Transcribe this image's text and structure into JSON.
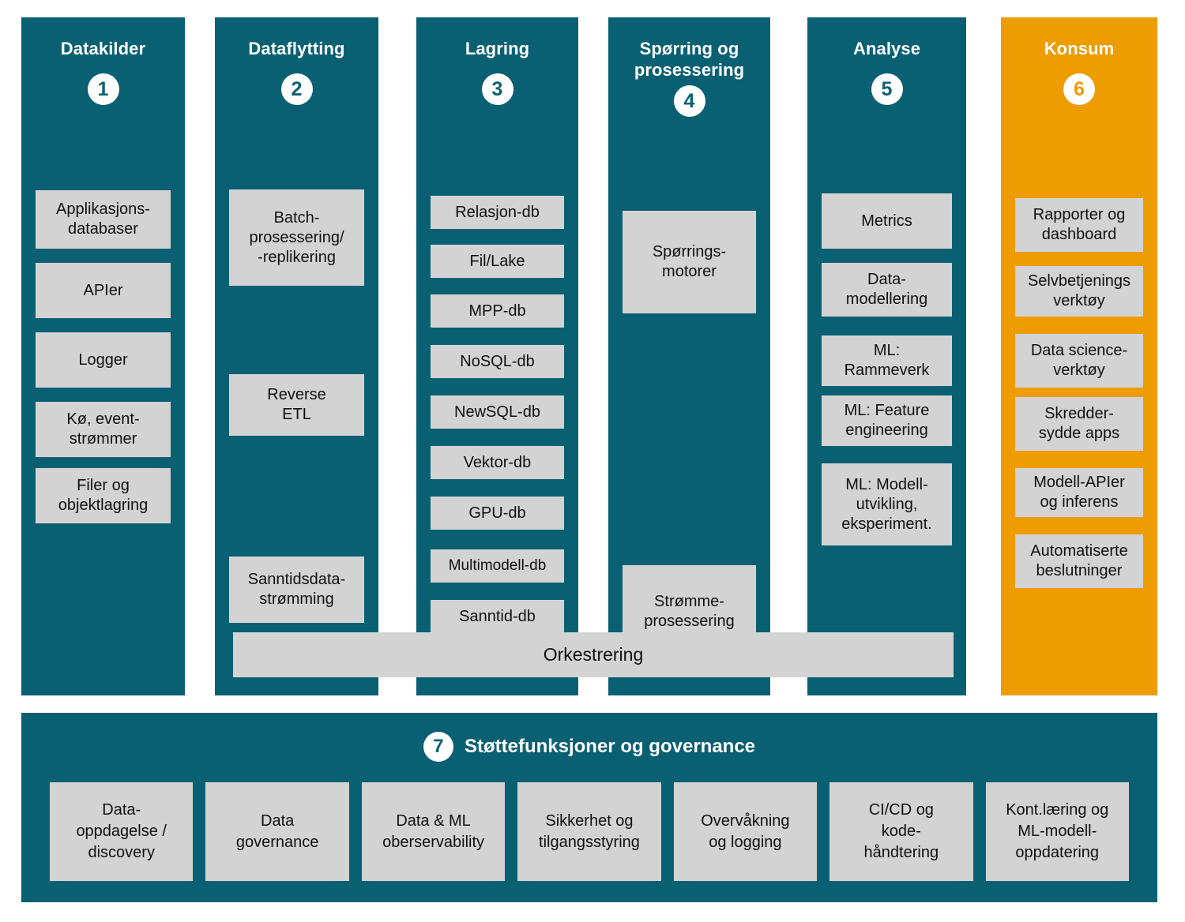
{
  "theme": {
    "teal": "#0a6073",
    "orange": "#ed9c02",
    "chip": "#d3d3d3",
    "white": "#ffffff"
  },
  "columns": [
    {
      "id": "datakilder",
      "title": "Datakilder",
      "number": "1",
      "accent": false,
      "items": [
        "Applikasjons-\ndatabaser",
        "APIer",
        "Logger",
        "Kø, event-\nstrømmer",
        "Filer og\nobjektlagring"
      ]
    },
    {
      "id": "dataflytting",
      "title": "Dataflytting",
      "number": "2",
      "accent": false,
      "items": [
        "Batch-\nprosessering/\n-replikering",
        "Reverse\nETL",
        "Sanntidsdata-\nstrømming"
      ]
    },
    {
      "id": "lagring",
      "title": "Lagring",
      "number": "3",
      "accent": false,
      "items": [
        "Relasjon-db",
        "Fil/Lake",
        "MPP-db",
        "NoSQL-db",
        "NewSQL-db",
        "Vektor-db",
        "GPU-db",
        "Multimodell-db",
        "Sanntid-db"
      ]
    },
    {
      "id": "sporring-og-prosessering",
      "title": "Spørring og\nprosessering",
      "number": "4",
      "accent": false,
      "items": [
        "Spørrings-\nmotorer",
        "Strømme-\nprosessering"
      ]
    },
    {
      "id": "analyse",
      "title": "Analyse",
      "number": "5",
      "accent": false,
      "items": [
        "Metrics",
        "Data-\nmodellering",
        "ML:\nRammeverk",
        "ML: Feature\nengineering",
        "ML: Modell-\nutvikling,\neksperiment."
      ]
    },
    {
      "id": "konsum",
      "title": "Konsum",
      "number": "6",
      "accent": true,
      "items": [
        "Rapporter og\ndashboard",
        "Selvbetjenings\nverktøy",
        "Data science-\nverktøy",
        "Skredder-\nsydde apps",
        "Modell-APIer\nog inferens",
        "Automatiserte\nbeslutninger"
      ]
    }
  ],
  "orchestration": {
    "label": "Orkestrering"
  },
  "support": {
    "number": "7",
    "title": "Støttefunksjoner og governance",
    "items": [
      "Data-\noppdagelse /\ndiscovery",
      "Data\ngovernance",
      "Data & ML\noberservability",
      "Sikkerhet og\ntilgangsstyring",
      "Overvåkning\nog logging",
      "CI/CD og\nkode-\nhåndtering",
      "Kont.læring og\nML-modell-\noppdatering"
    ]
  }
}
